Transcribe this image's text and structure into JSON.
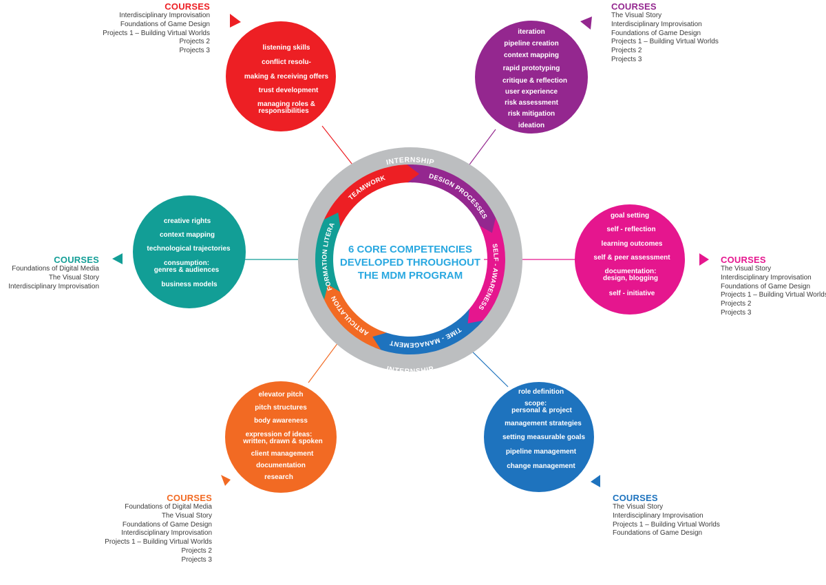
{
  "center": {
    "title_lines": [
      "6 CORE COMPETENCIES",
      "DEVELOPED THROUGHOUT",
      "THE MDM PROGRAM"
    ]
  },
  "ring": {
    "outer_label_top": "INTERNSHIP",
    "outer_label_bottom": "INTERNSHIP",
    "segments": {
      "teamwork": "TEAMWORK",
      "design": "DESIGN PROCESSES",
      "self_awareness": "SELF - AWARENESS",
      "time_management": "TIME - MANAGEMENT",
      "articulation": "ARTICULATION",
      "information_literacy": "INFORMATION LITERACY"
    }
  },
  "colors": {
    "teamwork": "#ed1f24",
    "design": "#94278f",
    "self_awareness": "#e5168e",
    "time_management": "#1e73be",
    "articulation": "#f26a23",
    "information_literacy": "#129e96",
    "ring_grey": "#bcbec0",
    "center_title": "#2aa8e0"
  },
  "bubbles": {
    "teamwork": [
      "listening skills",
      "conflict resolu-",
      "making & receiving offers",
      "trust development",
      "managing roles &",
      "responsibilities"
    ],
    "design": [
      "iteration",
      "pipeline creation",
      "context mapping",
      "rapid prototyping",
      "critique & reflection",
      "user experience",
      "risk assessment",
      "risk mitigation",
      "ideation"
    ],
    "self_awareness": [
      "goal setting",
      "self - reflection",
      "learning outcomes",
      "self & peer assessment",
      "documentation:",
      "design, blogging",
      "self - initiative"
    ],
    "information_literacy": [
      "creative rights",
      "context mapping",
      "technological trajectories",
      "consumption:",
      "genres & audiences",
      "business models"
    ],
    "articulation": [
      "elevator pitch",
      "pitch structures",
      "body awareness",
      "expression of ideas:",
      "written, drawn & spoken",
      "client management",
      "documentation",
      "research"
    ],
    "time_management": [
      "role definition",
      "scope:",
      "personal & project",
      "management strategies",
      "setting measurable goals",
      "pipeline management",
      "change management"
    ]
  },
  "courses": {
    "heading": "COURSES",
    "teamwork": [
      "Interdisciplinary Improvisation",
      "Foundations of Game Design",
      "Projects 1 – Building Virtual Worlds",
      "Projects 2",
      "Projects 3"
    ],
    "design": [
      "The Visual Story",
      "Interdisciplinary Improvisation",
      "Foundations of Game Design",
      "Projects 1 – Building Virtual Worlds",
      "Projects 2",
      "Projects 3"
    ],
    "information_literacy": [
      "Foundations of Digital Media",
      "The Visual Story",
      "Interdisciplinary Improvisation"
    ],
    "self_awareness": [
      "The Visual Story",
      "Interdisciplinary Improvisation",
      "Foundations of Game Design",
      "Projects 1 – Building Virtual Worlds",
      "Projects 2",
      "Projects 3"
    ],
    "articulation": [
      "Foundations of Digital Media",
      "The Visual Story",
      "Foundations of Game Design",
      "Interdisciplinary Improvisation",
      "Projects 1 – Building Virtual Worlds",
      "Projects 2",
      "Projects 3"
    ],
    "time_management": [
      "The Visual Story",
      "Interdisciplinary Improvisation",
      "Projects 1 – Building Virtual Worlds",
      "Foundations of Game Design"
    ]
  }
}
